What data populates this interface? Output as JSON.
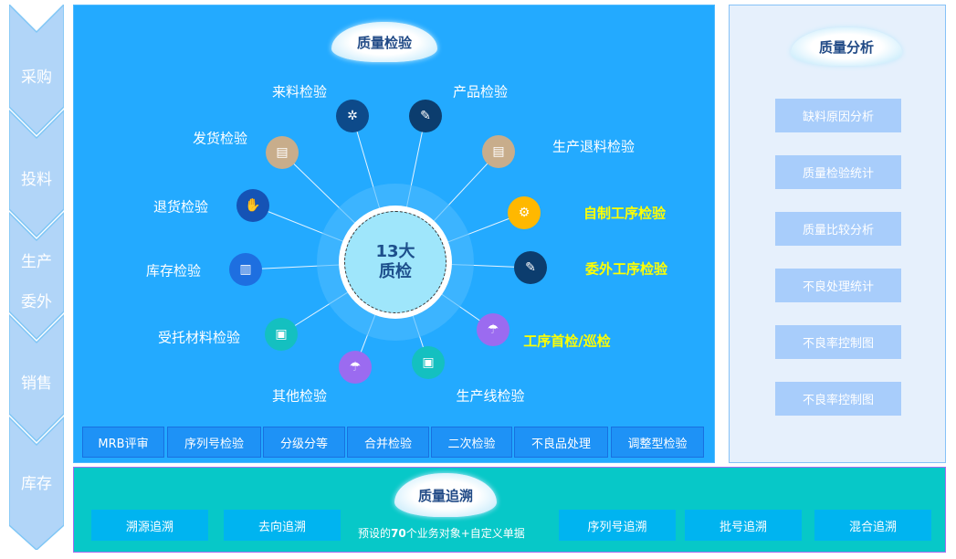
{
  "stages": [
    "采购",
    "投料",
    "生产",
    "委外",
    "销售",
    "库存"
  ],
  "inspection": {
    "title": "质量检验",
    "center": {
      "line1": "13大",
      "line2": "质检"
    },
    "nodes": [
      {
        "label": "来料检验",
        "icon": "network-icon",
        "color": "#0d4a8a",
        "glyph": "✲",
        "highlight": false
      },
      {
        "label": "产品检验",
        "icon": "product-icon",
        "color": "#0c3d6e",
        "glyph": "✎",
        "highlight": false
      },
      {
        "label": "生产退料检验",
        "icon": "document-icon",
        "color": "#c8ad8b",
        "glyph": "▤",
        "highlight": false
      },
      {
        "label": "自制工序检验",
        "icon": "process-icon",
        "color": "#ffb800",
        "glyph": "⚙",
        "highlight": true
      },
      {
        "label": "委外工序检验",
        "icon": "outsource-icon",
        "color": "#0c3d6e",
        "glyph": "✎",
        "highlight": true
      },
      {
        "label": "工序首检/巡检",
        "icon": "patrol-icon",
        "color": "#9b6bf0",
        "glyph": "☂",
        "highlight": true
      },
      {
        "label": "生产线检验",
        "icon": "line-icon",
        "color": "#14c0c0",
        "glyph": "▣",
        "highlight": false
      },
      {
        "label": "其他检验",
        "icon": "other-icon",
        "color": "#9b6bf0",
        "glyph": "☂",
        "highlight": false
      },
      {
        "label": "受托材料检验",
        "icon": "material-icon",
        "color": "#14c0c0",
        "glyph": "▣",
        "highlight": false
      },
      {
        "label": "库存检验",
        "icon": "warehouse-icon",
        "color": "#1e6fe0",
        "glyph": "▥",
        "highlight": false
      },
      {
        "label": "退货检验",
        "icon": "return-icon",
        "color": "#1553b5",
        "glyph": "✋",
        "highlight": false
      },
      {
        "label": "发货检验",
        "icon": "shipping-icon",
        "color": "#c8ad8b",
        "glyph": "▤",
        "highlight": false
      }
    ],
    "tabs": [
      "MRB评审",
      "序列号检验",
      "分级分等",
      "合并检验",
      "二次检验",
      "不良品处理",
      "调整型检验"
    ]
  },
  "analysis": {
    "title": "质量分析",
    "items": [
      "缺料原因分析",
      "质量检验统计",
      "质量比较分析",
      "不良处理统计",
      "不良率控制图",
      "不良率控制图"
    ]
  },
  "trace": {
    "title": "质量追溯",
    "note_pre": "预设的",
    "note_num": "70",
    "note_post": "个业务对象+自定义单据",
    "items": [
      "溯源追溯",
      "去向追溯",
      "序列号追溯",
      "批号追溯",
      "混合追溯"
    ]
  }
}
